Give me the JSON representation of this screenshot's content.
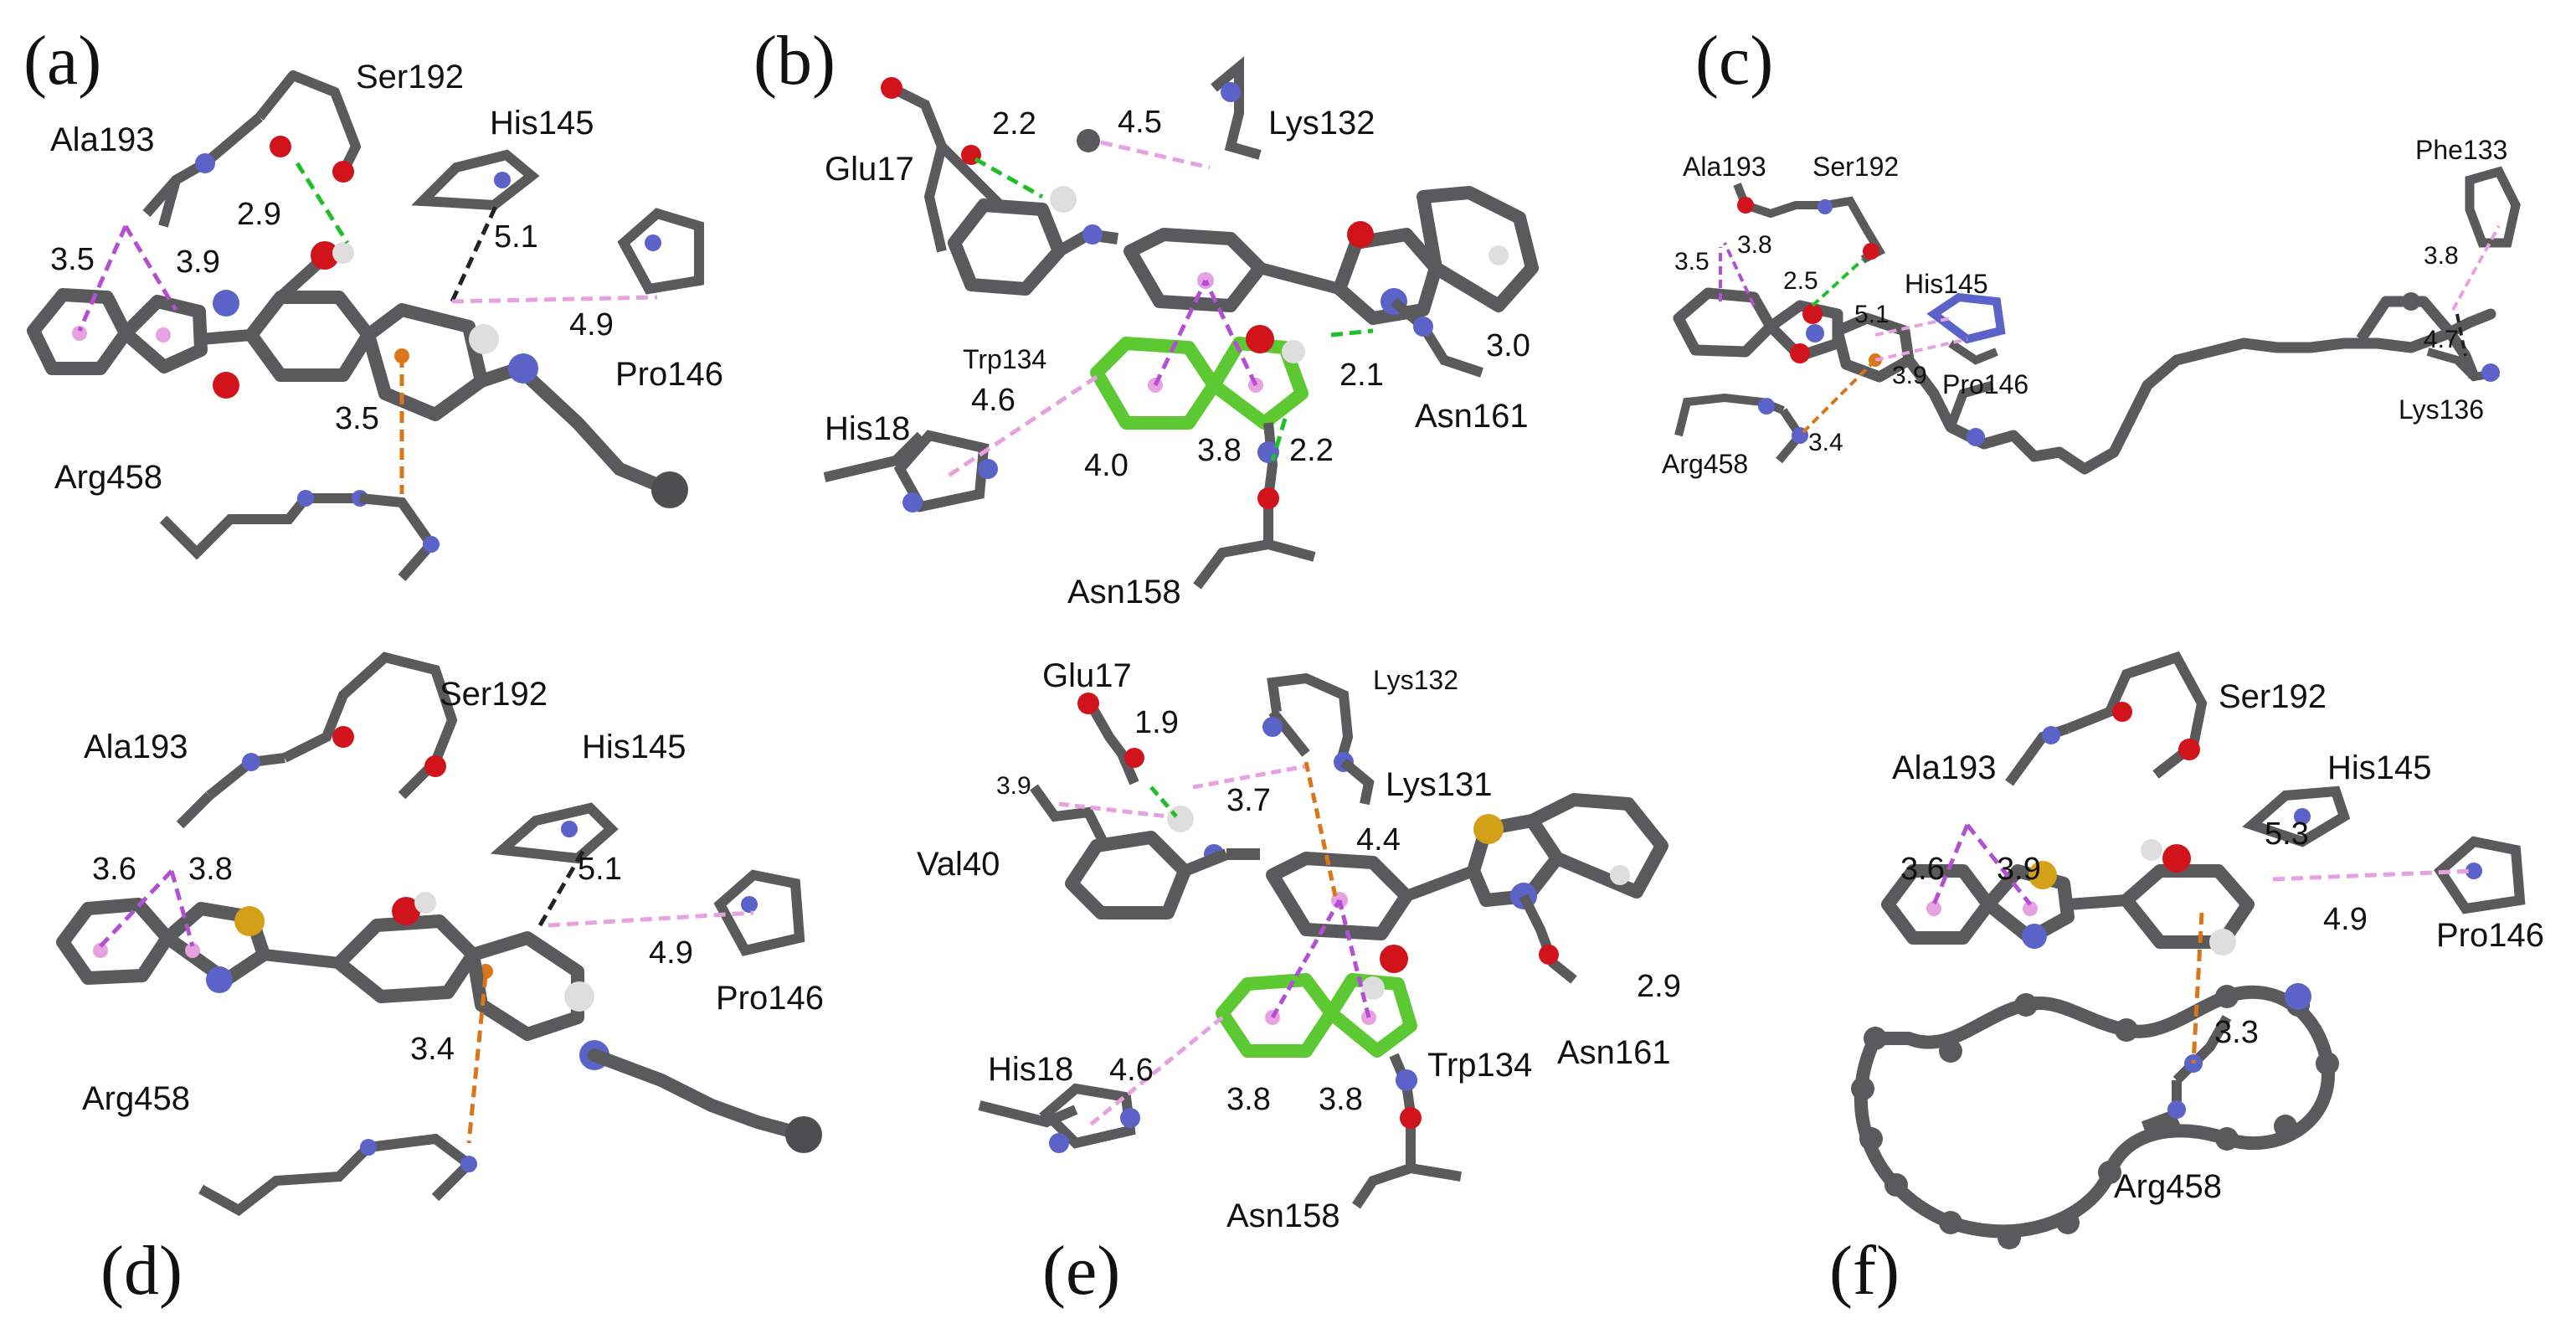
{
  "colors": {
    "carbon": "#5a5a5c",
    "nitrogen": "#5b63c8",
    "oxygen": "#d1141b",
    "sulfur": "#d4a017",
    "hydrogen": "#dedede",
    "tryptophan_ring": "#5cc832",
    "hbond": "#1fbf2a",
    "alkyl_pi": "#b34fd1",
    "pi_pi": "#e7a0e0",
    "cation_pi": "#d9761a",
    "other": "#222222"
  },
  "panels": [
    {
      "letter": "(a)",
      "residues": [
        "Ala193",
        "Ser192",
        "His145",
        "Pro146",
        "Arg458"
      ],
      "distances": [
        "2.9",
        "3.5",
        "3.9",
        "5.1",
        "4.9",
        "3.5"
      ]
    },
    {
      "letter": "(b)",
      "residues": [
        "Glu17",
        "Lys132",
        "Trp134",
        "His18",
        "Asn158",
        "Asn161"
      ],
      "distances": [
        "2.2",
        "4.5",
        "4.6",
        "2.1",
        "3.0",
        "4.0",
        "3.8",
        "2.2"
      ]
    },
    {
      "letter": "(c)",
      "residues": [
        "Ala193",
        "Ser192",
        "Phe133",
        "His145",
        "Pro146",
        "Arg458",
        "Lys136"
      ],
      "distances": [
        "3.5",
        "3.8",
        "2.5",
        "5.1",
        "3.9",
        "3.4",
        "3.8",
        "4.7"
      ]
    },
    {
      "letter": "(d)",
      "residues": [
        "Ser192",
        "Ala193",
        "His145",
        "Pro146",
        "Arg458"
      ],
      "distances": [
        "3.6",
        "3.8",
        "5.1",
        "4.9",
        "3.4"
      ]
    },
    {
      "letter": "(e)",
      "residues": [
        "Glu17",
        "Lys132",
        "Val40",
        "Lys131",
        "His18",
        "Trp134",
        "Asn161",
        "Asn158"
      ],
      "distances": [
        "1.9",
        "3.9",
        "3.7",
        "4.4",
        "4.6",
        "3.8",
        "3.8",
        "2.9"
      ]
    },
    {
      "letter": "(f)",
      "residues": [
        "Ser192",
        "His145",
        "Ala193",
        "Pro146",
        "Arg458"
      ],
      "distances": [
        "5.3",
        "3.6",
        "3.9",
        "4.9",
        "3.3"
      ]
    }
  ]
}
